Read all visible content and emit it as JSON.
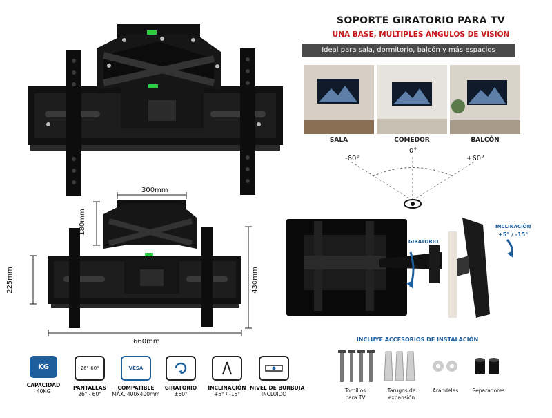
{
  "header": {
    "title": "SOPORTE GIRATORIO PARA TV",
    "subtitle": "UNA BASE, MÚLTIPLES ÁNGULOS DE VISIÓN",
    "banner": "Ideal para sala, dormitorio, balcón y más espacios"
  },
  "rooms": [
    "SALA",
    "COMEDOR",
    "BALCÓN"
  ],
  "angles": {
    "center": "0°",
    "left": "-60°",
    "right": "+60°"
  },
  "dimensions": {
    "top": "300mm",
    "height_small": "180mm",
    "left": "225mm",
    "right": "430mm",
    "bottom": "660mm"
  },
  "swivel_labels": {
    "rotate": "GIRATORIO",
    "tilt_title": "INCLINACIÓN",
    "tilt_value": "+5° / -15°"
  },
  "features": [
    {
      "label1": "CAPACIDAD",
      "label2": "40KG",
      "icon_text": "KG"
    },
    {
      "label1": "PANTALLAS",
      "label2": "26\" - 60\"",
      "icon_text": "26\"-60\""
    },
    {
      "label1": "COMPATIBLE",
      "label2": "MÁX. 400x400mm",
      "icon_text": "VESA"
    },
    {
      "label1": "GIRATORIO",
      "label2": "±60°"
    },
    {
      "label1": "INCLINACIÓN",
      "label2": "+5° / -15°"
    },
    {
      "label1": "NIVEL DE BURBUJA",
      "label2": "INCLUIDO"
    }
  ],
  "accessories": {
    "title": "INCLUYE ACCESORIOS DE INSTALACIÓN",
    "items": [
      {
        "line1": "Tornillos",
        "line2": "para TV"
      },
      {
        "line1": "Tarugos de",
        "line2": "expansión"
      },
      {
        "line1": "Arandelas",
        "line2": ""
      },
      {
        "line1": "Separadores",
        "line2": ""
      }
    ]
  },
  "colors": {
    "accent_blue": "#1f5e9c",
    "red": "#c51a1a",
    "dark": "#1a1a1a",
    "banner": "#4a4a4a"
  }
}
